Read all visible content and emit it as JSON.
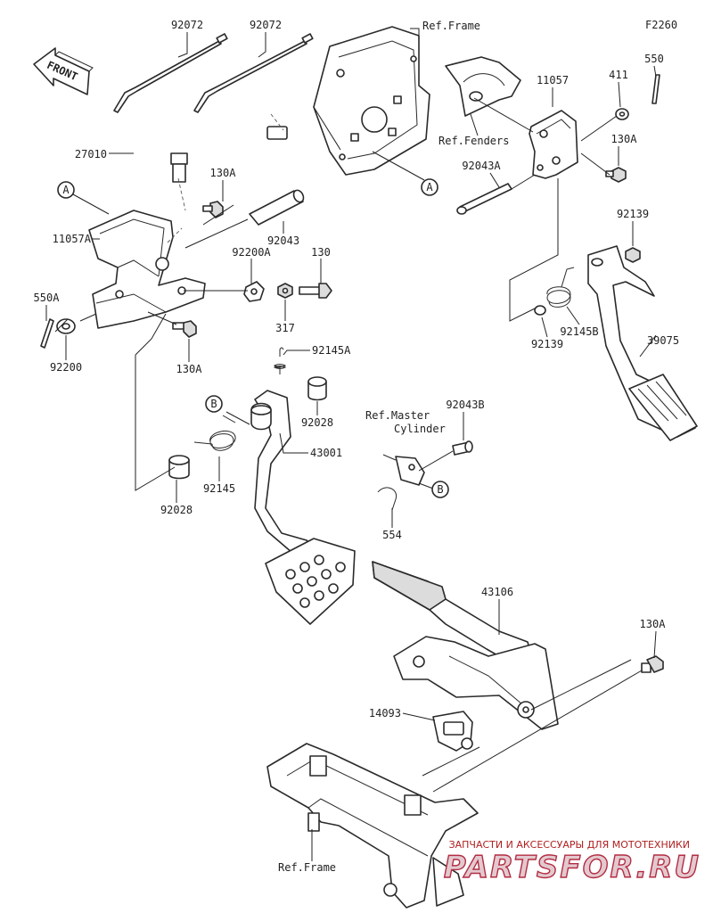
{
  "diagram_code": "F2260",
  "front_label": "FRONT",
  "callouts": {
    "frame_ref_a": "A",
    "bracket_ref_a": "A",
    "spring_ref_b": "B",
    "master_ref_b": "B"
  },
  "parts": [
    {
      "id": "p92072a",
      "number": "92072"
    },
    {
      "id": "p92072b",
      "number": "92072"
    },
    {
      "id": "p27010",
      "number": "27010"
    },
    {
      "id": "p130a_1",
      "number": "130A"
    },
    {
      "id": "p11057a",
      "number": "11057A"
    },
    {
      "id": "p92043",
      "number": "92043"
    },
    {
      "id": "p92200a",
      "number": "92200A"
    },
    {
      "id": "p130",
      "number": "130"
    },
    {
      "id": "p550a",
      "number": "550A"
    },
    {
      "id": "p317",
      "number": "317"
    },
    {
      "id": "p92200",
      "number": "92200"
    },
    {
      "id": "p130a_2",
      "number": "130A"
    },
    {
      "id": "p92145a",
      "number": "92145A"
    },
    {
      "id": "p92028_1",
      "number": "92028"
    },
    {
      "id": "p43001",
      "number": "43001"
    },
    {
      "id": "p92145",
      "number": "92145"
    },
    {
      "id": "p92028_2",
      "number": "92028"
    },
    {
      "id": "p11057",
      "number": "11057"
    },
    {
      "id": "p411",
      "number": "411"
    },
    {
      "id": "p550",
      "number": "550"
    },
    {
      "id": "p130a_3",
      "number": "130A"
    },
    {
      "id": "p92043a",
      "number": "92043A"
    },
    {
      "id": "p92139_1",
      "number": "92139"
    },
    {
      "id": "p39075",
      "number": "39075"
    },
    {
      "id": "p92139_2",
      "number": "92139"
    },
    {
      "id": "p92145b",
      "number": "92145B"
    },
    {
      "id": "p92043b",
      "number": "92043B"
    },
    {
      "id": "p554",
      "number": "554"
    },
    {
      "id": "p43106",
      "number": "43106"
    },
    {
      "id": "p130a_4",
      "number": "130A"
    },
    {
      "id": "p14093",
      "number": "14093"
    }
  ],
  "references": {
    "frame_top": "Ref.Frame",
    "fenders": "Ref.Fenders",
    "master_line1": "Ref.Master",
    "master_line2": "Cylinder",
    "frame_bottom": "Ref.Frame"
  },
  "watermark": {
    "caption": "ЗАПЧАСТИ И АКСЕССУАРЫ ДЛЯ МОТОТЕХНИКИ",
    "brand": "PARTSFOR.RU"
  }
}
